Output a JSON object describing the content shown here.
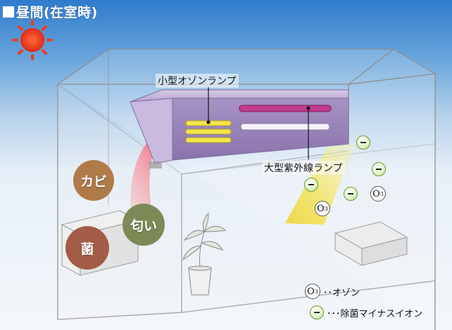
{
  "header": {
    "title": "昼間(在室時)"
  },
  "labels": {
    "small_ozone_lamp": "小型オゾンランプ",
    "large_uv_lamp": "大型紫外線ランプ"
  },
  "targets": [
    {
      "label": "カビ",
      "color": "#b07a49"
    },
    {
      "label": "匂い",
      "color": "#7d8a55"
    },
    {
      "label": "菌",
      "color": "#a35c46"
    }
  ],
  "ozone_symbol": {
    "letter": "O",
    "sup": "3"
  },
  "legend": {
    "ozone_text": "･･オゾン",
    "ion_text": "･･･除菌マイナスイオン"
  },
  "colors": {
    "sun": "#e8401e",
    "device": "#9b86b8",
    "uv_beam": "#f3e24a",
    "arrow": "#f27a87",
    "ion": "#b7e08a"
  }
}
